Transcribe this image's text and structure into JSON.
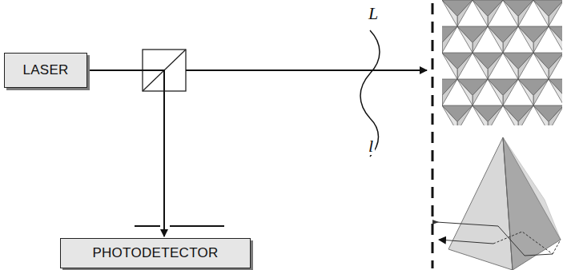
{
  "diagram": {
    "nodes": [
      {
        "text": [
          "LASER"
        ]
      },
      {
        "text": [
          "PHOTODETECTOR"
        ]
      }
    ],
    "edges": [
      {
        "from": 0,
        "to": 1,
        "arrow": "to"
      }
    ],
    "labels": [
      "L",
      "l"
    ]
  }
}
